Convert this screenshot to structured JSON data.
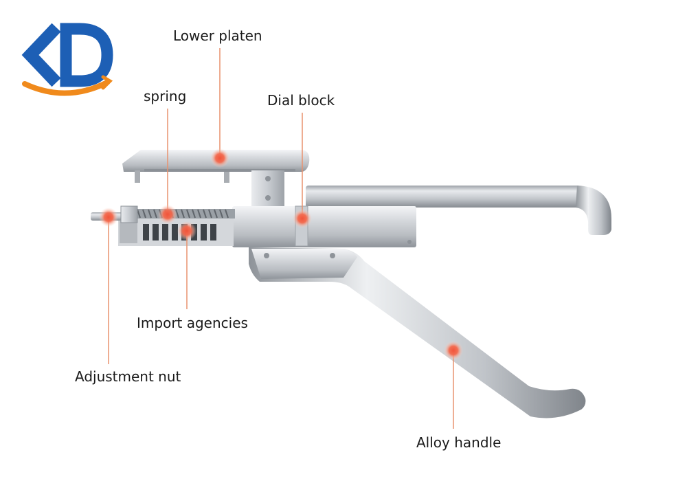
{
  "colors": {
    "brand_blue": "#1d5fb5",
    "brand_orange": "#f08a1c",
    "callout": "#f06a4d",
    "leader_line": "#e8926f"
  },
  "logo": {
    "icon": "kd-logo-icon",
    "letters": "KD"
  },
  "callouts": {
    "lower_platen": "Lower platen",
    "spring": "spring",
    "dial_block": "Dial block",
    "import_agencies": "Import agencies",
    "adjustment_nut": "Adjustment nut",
    "alloy_handle": "Alloy handle"
  }
}
